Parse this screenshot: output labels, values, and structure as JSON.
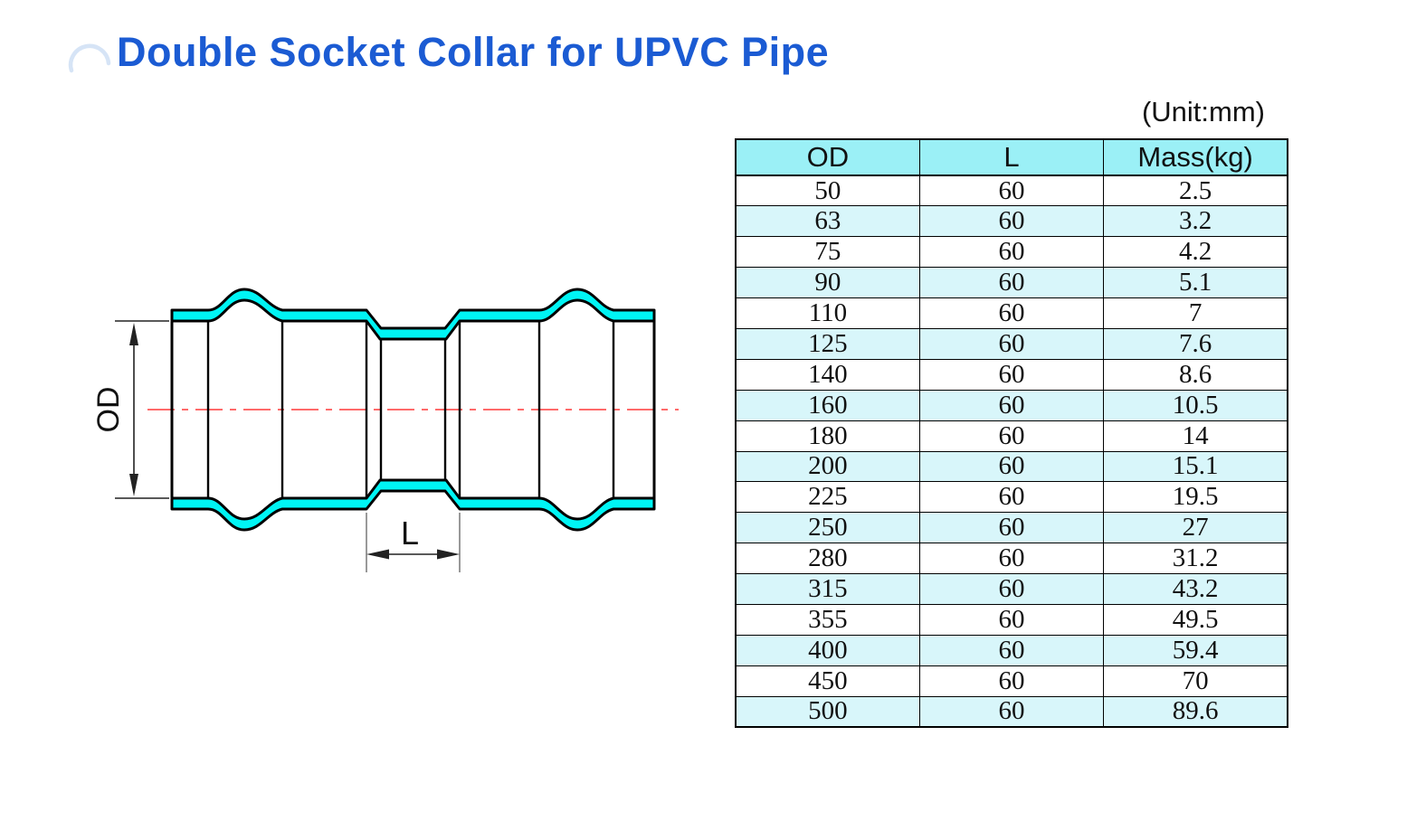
{
  "title": "Double Socket Collar for UPVC Pipe",
  "unit_note": "(Unit:mm)",
  "diagram": {
    "od_label": "OD",
    "l_label": "L"
  },
  "table": {
    "headers": [
      "OD",
      "L",
      "Mass(kg)"
    ],
    "rows": [
      [
        "50",
        "60",
        "2.5"
      ],
      [
        "63",
        "60",
        "3.2"
      ],
      [
        "75",
        "60",
        "4.2"
      ],
      [
        "90",
        "60",
        "5.1"
      ],
      [
        "110",
        "60",
        "7"
      ],
      [
        "125",
        "60",
        "7.6"
      ],
      [
        "140",
        "60",
        "8.6"
      ],
      [
        "160",
        "60",
        "10.5"
      ],
      [
        "180",
        "60",
        "14"
      ],
      [
        "200",
        "60",
        "15.1"
      ],
      [
        "225",
        "60",
        "19.5"
      ],
      [
        "250",
        "60",
        "27"
      ],
      [
        "280",
        "60",
        "31.2"
      ],
      [
        "315",
        "60",
        "43.2"
      ],
      [
        "355",
        "60",
        "49.5"
      ],
      [
        "400",
        "60",
        "59.4"
      ],
      [
        "450",
        "60",
        "70"
      ],
      [
        "500",
        "60",
        "89.6"
      ]
    ]
  },
  "colors": {
    "title": "#1B5BD3",
    "table_header_bg": "#9BF0F6",
    "table_alt_row_bg": "#D8F6FA",
    "diagram_fill": "#00F4F4",
    "centerline": "#FF6A6A"
  }
}
